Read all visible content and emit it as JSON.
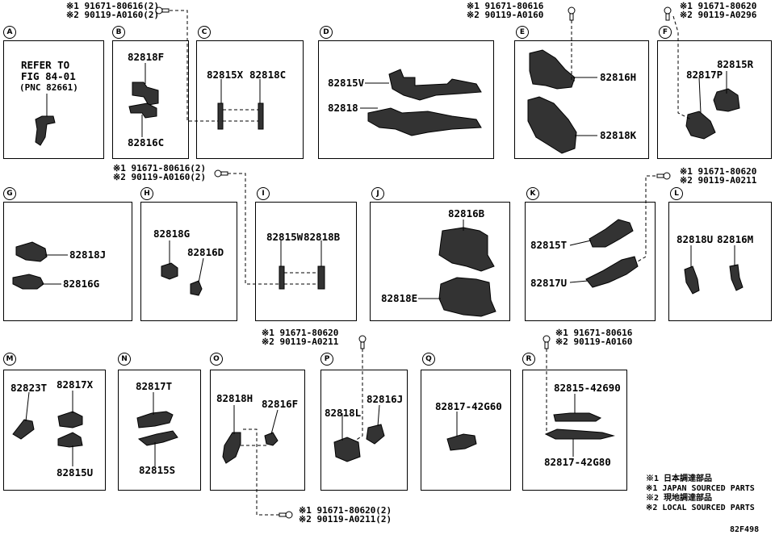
{
  "diagram_id": "82F498",
  "panels": [
    {
      "id": "A",
      "parts": []
    },
    {
      "id": "B",
      "parts": [
        "82818F",
        "82816C"
      ]
    },
    {
      "id": "C",
      "parts": [
        "82815X",
        "82818C"
      ]
    },
    {
      "id": "D",
      "parts": [
        "82815V",
        "82818"
      ]
    },
    {
      "id": "E",
      "parts": [
        "82816H",
        "82818K"
      ]
    },
    {
      "id": "F",
      "parts": [
        "82817P",
        "82815R"
      ]
    },
    {
      "id": "G",
      "parts": [
        "82818J",
        "82816G"
      ]
    },
    {
      "id": "H",
      "parts": [
        "82818G",
        "82816D"
      ]
    },
    {
      "id": "I",
      "parts": [
        "82815W",
        "82818B"
      ]
    },
    {
      "id": "J",
      "parts": [
        "82816B",
        "82818E"
      ]
    },
    {
      "id": "K",
      "parts": [
        "82815T",
        "82817U"
      ]
    },
    {
      "id": "L",
      "parts": [
        "82818U",
        "82816M"
      ]
    },
    {
      "id": "M",
      "parts": [
        "82823T",
        "82817X",
        "82815U"
      ]
    },
    {
      "id": "N",
      "parts": [
        "82817T",
        "82815S"
      ]
    },
    {
      "id": "O",
      "parts": [
        "82818H",
        "82816F"
      ]
    },
    {
      "id": "P",
      "parts": [
        "82818L",
        "82816J"
      ]
    },
    {
      "id": "Q",
      "parts": [
        "82817-42G60"
      ]
    },
    {
      "id": "R",
      "parts": [
        "82815-42690",
        "82817-42G80"
      ]
    }
  ],
  "refer": [
    "REFER TO",
    "FIG 84-01",
    "(PNC 82661)"
  ],
  "bolts": [
    {
      "l1": "※1 91671-80616(2)",
      "l2": "※2 90119-A0160(2)"
    },
    {
      "l1": "※1 91671-80616",
      "l2": "※2 90119-A0160"
    },
    {
      "l1": "※1 91671-80620",
      "l2": "※2 90119-A0296"
    },
    {
      "l1": "※1 91671-80616(2)",
      "l2": "※2 90119-A0160(2)"
    },
    {
      "l1": "※1 91671-80620",
      "l2": "※2 90119-A0211"
    },
    {
      "l1": "※1 91671-80620",
      "l2": "※2 90119-A0211"
    },
    {
      "l1": "※1 91671-80616",
      "l2": "※2 90119-A0160"
    },
    {
      "l1": "※1 91671-80620(2)",
      "l2": "※2 90119-A0211(2)"
    }
  ],
  "legend": [
    "※1 日本調達部品",
    "※1 JAPAN SOURCED PARTS",
    "※2 現地調達部品",
    "※2 LOCAL SOURCED PARTS"
  ]
}
